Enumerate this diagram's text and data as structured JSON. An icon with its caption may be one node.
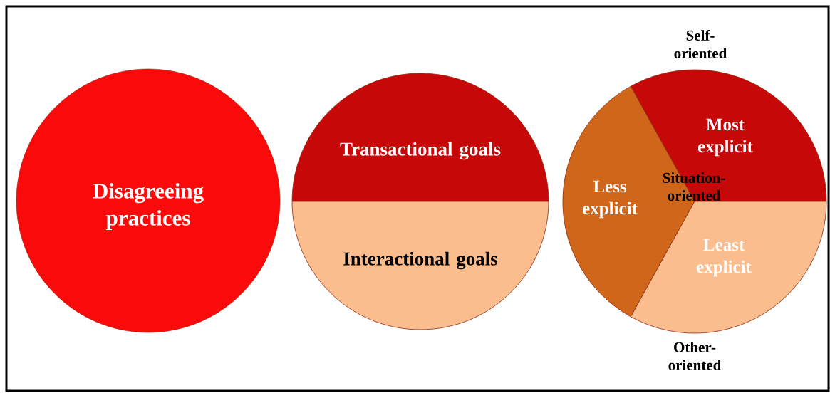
{
  "diagram": {
    "nodes": [
      {
        "text": [
          "Disagreeing practices"
        ]
      },
      {
        "text": [
          "Transactional goals"
        ]
      },
      {
        "text": [
          "Interactional goals"
        ]
      },
      {
        "text": [
          "Most explicit"
        ]
      },
      {
        "text": [
          "Less explicit"
        ]
      },
      {
        "text": [
          "Least explicit"
        ]
      }
    ],
    "labels": [
      "Self-oriented",
      "Situation-oriented",
      "Other-oriented"
    ]
  }
}
